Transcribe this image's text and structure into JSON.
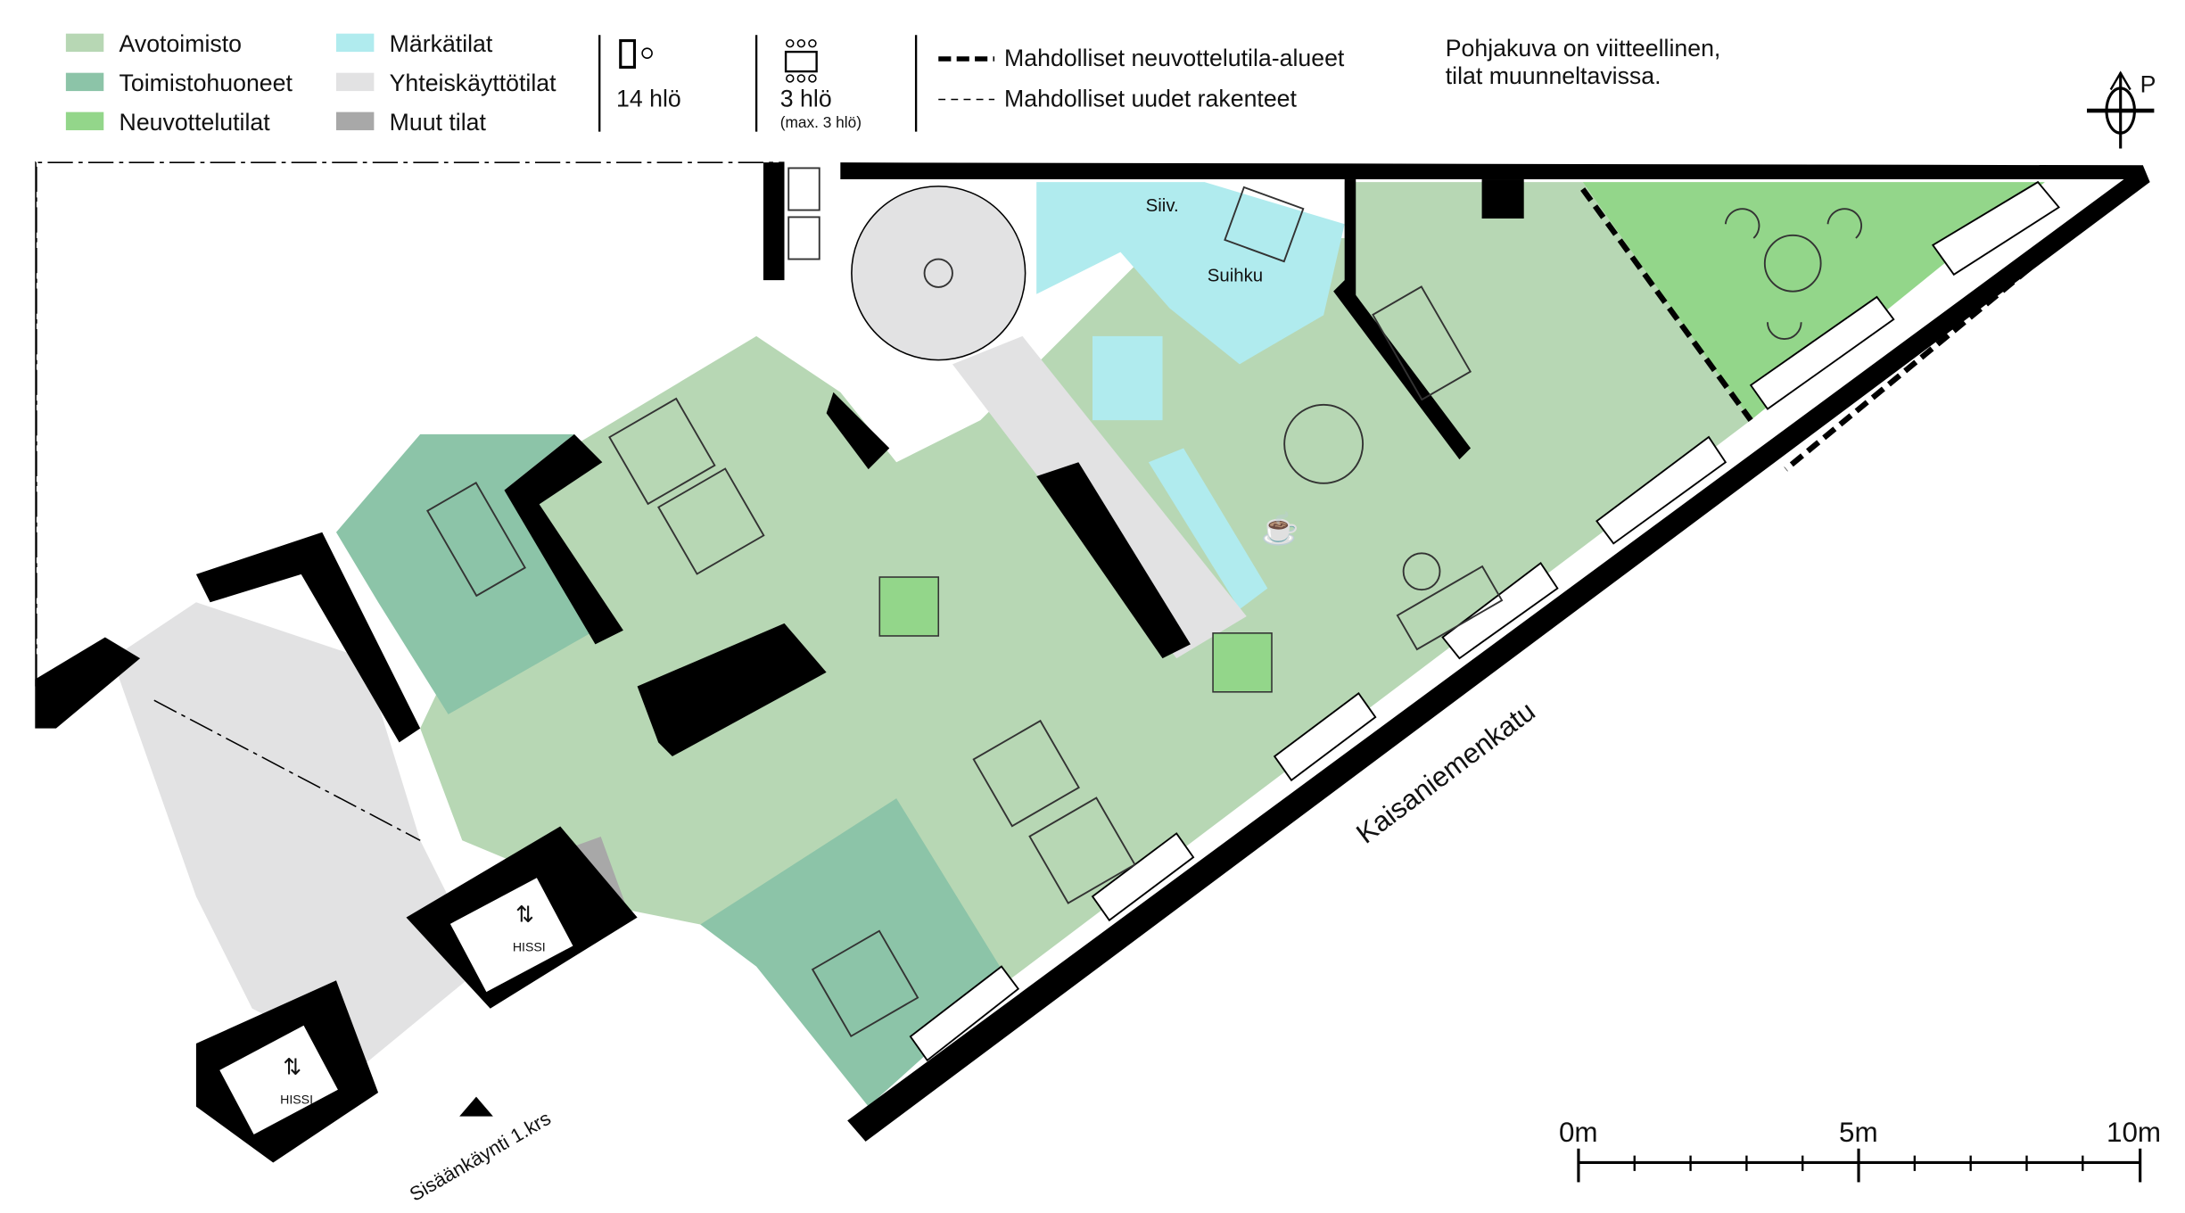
{
  "legend": {
    "areas": [
      {
        "label": "Avotoimisto",
        "color": "#b7d7b4"
      },
      {
        "label": "Toimistohuoneet",
        "color": "#8cc4a8"
      },
      {
        "label": "Neuvottelutilat",
        "color": "#93d68a"
      },
      {
        "label": "Märkätilat",
        "color": "#b0ebee"
      },
      {
        "label": "Yhteiskäyttötilat",
        "color": "#e2e2e3"
      },
      {
        "label": "Muut tilat",
        "color": "#a8a8a8"
      }
    ],
    "desk_capacity": "14 hlö",
    "meeting_capacity": "3 hlö",
    "meeting_capacity_note": "(max. 3 hlö)",
    "lines": [
      {
        "label": "Mahdolliset neuvottelutila-alueet",
        "style": "thick-dashed"
      },
      {
        "label": "Mahdolliset uudet rakenteet",
        "style": "thin-dashed"
      }
    ],
    "note_line1": "Pohjakuva on viitteellinen,",
    "note_line2": "tilat muunneltavissa."
  },
  "north": {
    "label": "P"
  },
  "rooms": {
    "siiv": "Siiv.",
    "suihku": "Suihku",
    "elevator1": "HISSI",
    "elevator2": "HISSI"
  },
  "street": "Kaisaniemenkatu",
  "entrance": "Sisäänkäynti 1.krs",
  "scale": {
    "labels": [
      "0m",
      "5m",
      "10m"
    ]
  }
}
